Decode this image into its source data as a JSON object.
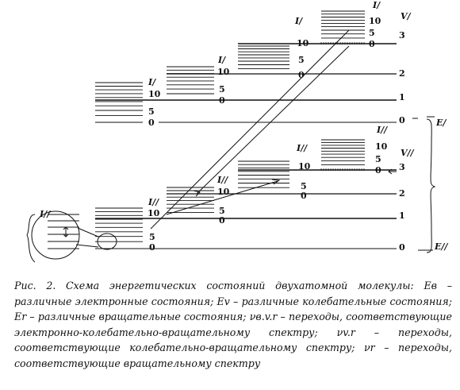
{
  "diagram": {
    "upper_state": {
      "electronic_label": "E/",
      "vibrational_header": "V/",
      "vib_levels": [
        "0",
        "1",
        "2",
        "3"
      ],
      "rot_label": "I/",
      "rot_ticks": [
        "0",
        "5",
        "10"
      ]
    },
    "lower_state": {
      "electronic_label": "E//",
      "vibrational_header": "V//",
      "vib_levels": [
        "0",
        "1",
        "2",
        "3"
      ],
      "rot_label": "I//",
      "rot_ticks": [
        "0",
        "5",
        "10"
      ]
    },
    "inset_label": "I//"
  },
  "caption": {
    "text": "Рис. 2. Схема энергетических состояний двухатомной молекулы: Eв – различные электронные состояния; Ev – различные колебательные состояния; Er – различные вращательные состояния; νв.v.r – переходы, соответствующие электронно-колебательно-вращательному спектру; νv.r – переходы, соответствующие колебательно-вращательному спектру; νr – переходы, соответствующие вращательному спектру"
  }
}
